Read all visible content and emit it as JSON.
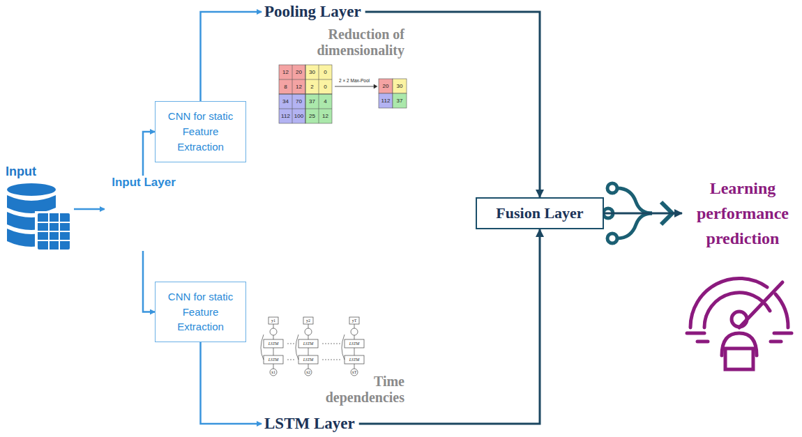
{
  "diagram": {
    "nodes": [
      {
        "text": [
          "Input"
        ]
      },
      {
        "text": [
          "Input Layer"
        ]
      },
      {
        "text": [
          "CNN for static Feature Extraction"
        ]
      },
      {
        "text": [
          "CNN for static Feature Extraction"
        ]
      },
      {
        "text": [
          "Pooling Layer"
        ]
      },
      {
        "text": [
          "LSTM Layer"
        ]
      },
      {
        "text": [
          "Fusion Layer"
        ]
      },
      {
        "text": [
          "Learning performance prediction"
        ]
      }
    ],
    "edges": [
      {
        "from": 0,
        "to": 1,
        "arrow": "to"
      },
      {
        "from": 1,
        "to": 2,
        "arrow": "to"
      },
      {
        "from": 1,
        "to": 3,
        "arrow": "to"
      },
      {
        "from": 2,
        "to": 4,
        "arrow": "to"
      },
      {
        "from": 3,
        "to": 5,
        "arrow": "to"
      },
      {
        "from": 4,
        "to": 6,
        "arrow": "to"
      },
      {
        "from": 5,
        "to": 6,
        "arrow": "to"
      },
      {
        "from": 6,
        "to": 7,
        "arrow": "to"
      }
    ],
    "labels": [
      "Reduction of dimensionality",
      "12",
      "20",
      "30",
      "0",
      "8",
      "12",
      "2",
      "0",
      "34",
      "70",
      "37",
      "4",
      "112",
      "100",
      "25",
      "12",
      "2 × 2 Max-Pool",
      "20",
      "30",
      "112",
      "37",
      "y1",
      "y2",
      "yT",
      "LSTM",
      "LSTM",
      "LSTM",
      "LSTM",
      "LSTM",
      "LSTM",
      "x1",
      "x2",
      "xT",
      "Time dependencies"
    ]
  }
}
